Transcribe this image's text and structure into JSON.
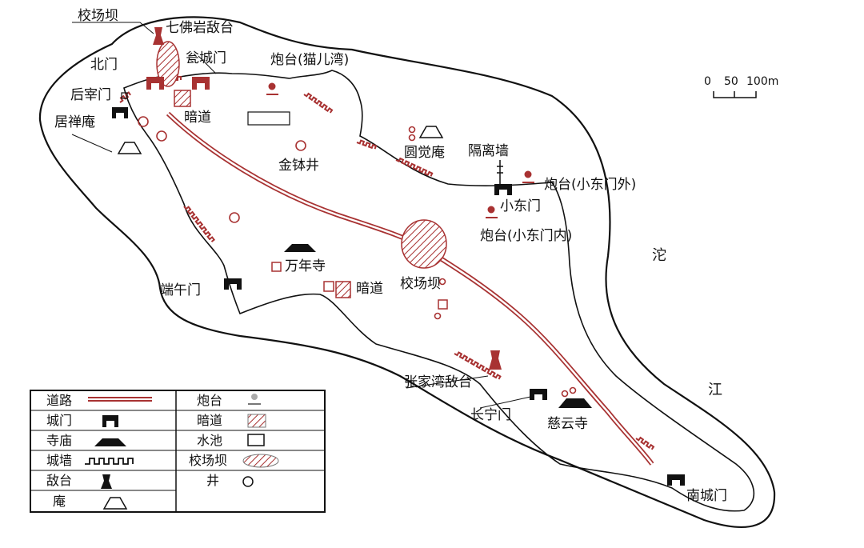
{
  "colors": {
    "road": "#a83232",
    "wall": "#a83232",
    "outline": "#111111",
    "gate": "#111111",
    "hatch": "#a83232"
  },
  "scale": {
    "zero": "0",
    "mid": "50",
    "end": "100m"
  },
  "labels": {
    "jiaochangba_top": "校场坝",
    "qifoyan": "七佛岩敌台",
    "beimen": "北门",
    "wengchengmen": "瓮城门",
    "paotai_maoerwan": "炮台(猫儿湾)",
    "houzaimen": "后宰门",
    "anda_top": "暗道",
    "juchanan": "居禅庵",
    "jinbojing": "金钵井",
    "yuanjuean": "圆觉庵",
    "gelicang": "隔离墙",
    "paotai_out": "炮台(小东门外)",
    "xiaodongmen": "小东门",
    "paotai_in": "炮台(小东门内)",
    "wannian": "万年寺",
    "duanwumen": "端午门",
    "anda_mid": "暗道",
    "jiaochangba_mid": "校场坝",
    "zhangjiawan": "张家湾敌台",
    "changningmen": "长宁门",
    "ciyunsi": "慈云寺",
    "nanchengmen": "南城门",
    "river_tuo": "沱",
    "river_jiang": "江"
  },
  "legend": {
    "left": [
      "道路",
      "城门",
      "寺庙",
      "城墙",
      "敌台",
      "庵"
    ],
    "right": [
      "炮台",
      "暗道",
      "水池",
      "校场坝",
      "井"
    ]
  }
}
